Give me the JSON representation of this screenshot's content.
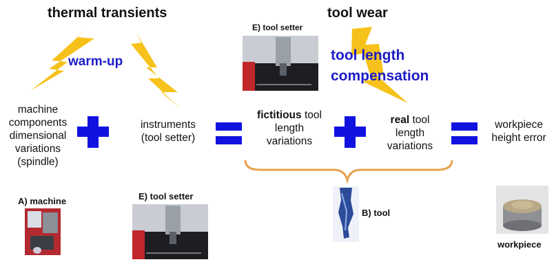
{
  "colors": {
    "accent_blue": "#1c1cc8",
    "bolt_yellow": "#f6c11a",
    "brace_orange": "#e8a04a"
  },
  "headers": {
    "thermal": "thermal transients",
    "toolwear": "tool wear"
  },
  "annotations": {
    "warmup": "warm-up",
    "tlc_line1": "tool length",
    "tlc_line2": "compensation"
  },
  "terms": {
    "machine": [
      "machine",
      "components",
      "dimensional",
      "variations",
      "(spindle)"
    ],
    "instruments": [
      "instruments",
      "(tool setter)"
    ],
    "fictitious": {
      "bold": "fictitious",
      "rest": " tool",
      "line2": "length",
      "line3": "variations"
    },
    "real": {
      "bold": "real",
      "rest": " tool",
      "line2": "length",
      "line3": "variations"
    },
    "workpiece": [
      "workpiece",
      "height error"
    ]
  },
  "operators": {
    "plus": "plus-icon",
    "equals": "equals-icon"
  },
  "image_labels": {
    "setter_top": "E) tool setter",
    "machine": "A) machine",
    "setter_bottom": "E) tool setter",
    "tool": "B) tool",
    "workpiece": "workpiece"
  },
  "photos": {
    "setter_top": "tool-setter-photo",
    "machine": "machine-photo",
    "setter_bottom": "tool-setter-photo",
    "tool": "tool-photo",
    "workpiece": "workpiece-photo"
  }
}
